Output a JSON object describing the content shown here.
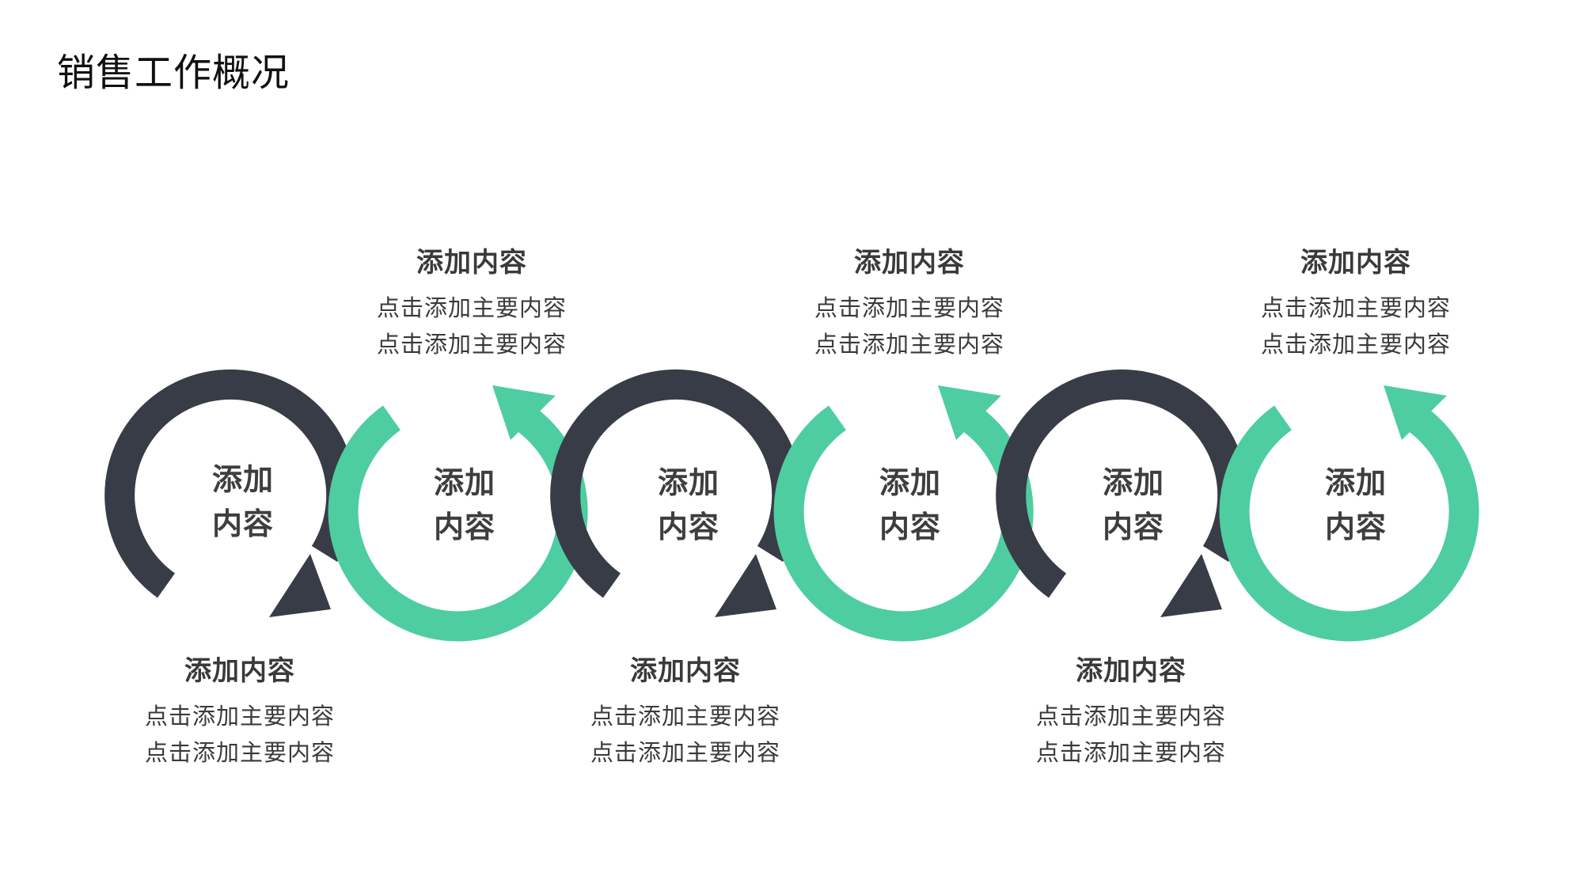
{
  "page": {
    "title": "销售工作概况"
  },
  "colors": {
    "dark": "#383c47",
    "green": "#4ecda1",
    "text": "#3a3a3a"
  },
  "cycle": {
    "rings": [
      {
        "label": "添加\n内容",
        "color": "dark",
        "arrow_at": "bottom"
      },
      {
        "label": "添加\n内容",
        "color": "green",
        "arrow_at": "top"
      },
      {
        "label": "添加\n内容",
        "color": "dark",
        "arrow_at": "bottom"
      },
      {
        "label": "添加\n内容",
        "color": "green",
        "arrow_at": "top"
      },
      {
        "label": "添加\n内容",
        "color": "dark",
        "arrow_at": "bottom"
      },
      {
        "label": "添加\n内容",
        "color": "green",
        "arrow_at": "top"
      }
    ],
    "ring_labels": [
      {
        "line1": "添加",
        "line2": "内容"
      },
      {
        "line1": "添加",
        "line2": "内容"
      },
      {
        "line1": "添加",
        "line2": "内容"
      },
      {
        "line1": "添加",
        "line2": "内容"
      },
      {
        "line1": "添加",
        "line2": "内容"
      },
      {
        "line1": "添加",
        "line2": "内容"
      }
    ]
  },
  "blocks": {
    "top": [
      {
        "title": "添加内容",
        "line1": "点击添加主要内容",
        "line2": "点击添加主要内容"
      },
      {
        "title": "添加内容",
        "line1": "点击添加主要内容",
        "line2": "点击添加主要内容"
      },
      {
        "title": "添加内容",
        "line1": "点击添加主要内容",
        "line2": "点击添加主要内容"
      }
    ],
    "bottom": [
      {
        "title": "添加内容",
        "line1": "点击添加主要内容",
        "line2": "点击添加主要内容"
      },
      {
        "title": "添加内容",
        "line1": "点击添加主要内容",
        "line2": "点击添加主要内容"
      },
      {
        "title": "添加内容",
        "line1": "点击添加主要内容",
        "line2": "点击添加主要内容"
      }
    ]
  }
}
